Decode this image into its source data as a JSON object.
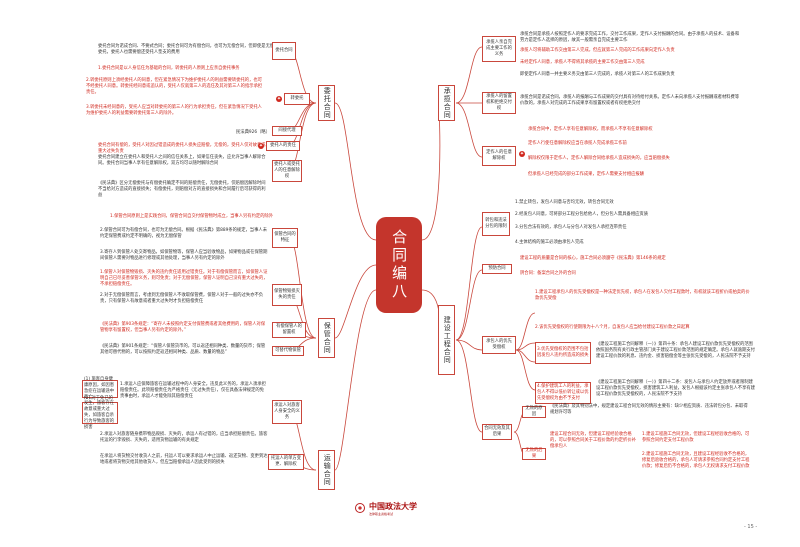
{
  "central": "合同编八",
  "left": {
    "entrust": {
      "branch": "委托合同",
      "transfer": "转委托",
      "transfer_text1": "委托人同意以及 转委托经同意人应当委托第三人直接处理人可直接监督不同意则只能，转委托的第三人的行为承担责任的行为。",
      "transfer_red1": "1.委托合同是以人身信任为基础的合同，转委托的人原则上应亲自委托事务",
      "transfer_red2": "2.转委托原则上须经委托人的同意，但在紧急情况下为维护委托人的利益需要转委托的，也可不经委托人同意。转委托经同意或追认的，受托人仅就第三人的选任及其对第三人的指示承担责任。",
      "transfer_red3": "3.转委托未经同意的，受托人应当对转委托的第三人的行为承担责任，但在紧急情况下受托人为维护委托人的利益需要转委托第三人的除外。",
      "def": "委托合同为诺成合同、不要式合同；委托合同可为有偿合同，也可为无偿合同，但即使是无偿委托，委托人也需要偿还受托人垫支的费用",
      "intermediate": "间接代理",
      "intermediate_ref": "民法典926（略）",
      "liability": "委托人的责任",
      "liability_red": "委托合同有偿的，受托人对因过错造成的委托人损失应赔偿，无偿的，受托人仅对故意或重大过失负责",
      "dismiss": "委托人或受托人的任意解除权",
      "dismiss_text1": "委托合同建立在委托人和受托人之间的信任关系上，如果信任丧失，应允许当事人解除合同。委托合同当事人享有任意解除权，双方均可以随时解除合同",
      "dismiss_text2": "《民法典》区分无偿委托与有偿委托确定不同的赔偿责任，无偿委托，仅赔偿因解除时间不当给对方造成的直接损失；有偿委托，则赔偿对方的直接损失和合同履行后可获得的利益"
    },
    "storage": {
      "branch": "保管合同",
      "features": "保管合同的特征",
      "features_red1": "1.保管合同原则上是实践合同，保管合同自交付保管物时成立，当事人另有约定的除外",
      "features_text2": "2.保管合同可为有偿合同，也可为无偿合同。根据《民法典》第889条的规定，当事人未约定保管费或约定不明确的，视为无偿保管",
      "features_text3": "3.寄存人到保管人处交寄物品，如保管物等，保管人应当验收物品，如果物品或在保管期间保管人需要对物品进行修理或其他处理，当事人另有约定的除外",
      "damage": "保管物毁损灭失的责任",
      "damage_red1": "1.保管人对保管物毁损、灭失的违约责任适用过错责任。对于有偿保管而言，如保管人证明自己已尽妥善保管义务，则可免责；对于无偿保管，保管人证明自己没有重大过失的，不承担赔偿责任。",
      "damage_text2": "2.对于无偿保管而言，考虑到无偿保管人不收取保管费，保管人对于一般的过失亦不负责，只有保管人有故意或者重大过失时才负担赔偿责任",
      "retention": "有偿保管人的留置权",
      "retention_text": "《民法典》第903条规定：“寄存人未按照约定支付保管费或者其他费用的，保管人对保管物享有留置权，但当事人另有约定的除外。”",
      "fungible": "可替代物保管",
      "fungible_text": "《民法典》第901条规定：“保管人保管货币的，可以返还相同种类、数量的货币；保管其他可替代物的，可以按照约定返还相同种类、品质、数量的物品”"
    },
    "transport": {
      "branch": "运输合同",
      "passenger": "承运人对旅客人身安全的义务",
      "passenger_text1": "1.承运人应保障旅客在运输过程中的人身安全。违反此义务的，承运人须承担赔偿责任。此项赔偿责任为严格责任（无过失责任），仅在具备法律规定的免责事由时，承运人才能免除其赔偿责任",
      "passenger_left1": "(1) 旅客自身健康原因，如因患急症在运输途中死亡",
      "passenger_left2": "(2) 对于免已的发生，旅客存在故意或重大过失，如旅客自杀行为导致旅客的损害",
      "passenger_text2": "2.承运人对旅客随身携带物品毁损、灭失的，承运人有过错的，应当承担赔偿责任。旅客托运的行李毁损、灭失的，适用货物运输的有关规定",
      "cancel": "托运人的单方变更、解除权",
      "cancel_text": "在承运人将货物交付收货人之前，托运人可以要求承运人中止运输、返还货物、变更到达地或者将货物交给其他收货人，但应当赔偿承运人因此受到的损失"
    }
  },
  "right": {
    "contracting": {
      "branch": "承揽合同",
      "bm1": "承揽人亲自完成主要工作的义务",
      "bm1_text1": "承揽合同是承揽人按照定作人的要求完成工作，交付工作成果，定作人支付报酬的合同。由于承揽人的技术、设备和劳力是定作人选择的原因，故其一般需亲自完成主要工作",
      "bm1_red1": "承揽人可将辅助工作交由第三人完成，但应就第三人完成的工作成果向定作人负责",
      "bm1_red2": "未经定作人同意，承揽人不得将其承揽的主要工作交由第三人完成",
      "bm1_text2": "即使定作人同意一并主要义务交由第三人完成的，承揽人对第三人的工作成果负责",
      "bm2": "承揽人的留置权和拒绝交付权",
      "bm2_text": "承揽合同是诺成合同，承揽人的报酬与工作成果的交付具有对待给付关系。定作人未向承揽人支付报酬或者材料费等价款的，承揽人对完成的工作成果享有留置权或者有权拒绝交付",
      "bm3": "定作人的任意解除权",
      "bm3_red1": "承揽合同中，定作人享有任意解除权，而承揽人不享有任意解除权",
      "bm3_red2": "定作人行使任意解除权应当在承揽人完成承揽工作前",
      "bm3_red3": "解除权仅限于定作人，定作人解除合同给承揽人造成损失的，应当赔偿损失",
      "bm3_red4": "但承揽人已经完成的部分工作成果，定作人需要支付相应报酬"
    },
    "construction": {
      "branch": "建设工程合同",
      "sub": "转包和违法分包的限制",
      "sub1": "1.禁止转包，发包人同意与否均无效，转包合同无效",
      "sub2": "2.经发包人同意，可将部分工程分包给他人，但分包人需具备相应资质",
      "sub3": "3.分包合法有效的，承包人与分包人对发包人承担连带责任",
      "sub4": "4.主体结构的施工必须由承包人完成",
      "prepay": "预防合同",
      "prepay_red1": "建设工程的质量是合同的核心，施工合同必须遵守《民法典》第146条的规定",
      "prepay_red2": "阴合同：备案合同之外的合同",
      "priority": "承包人的优先受偿权",
      "p1": "1.建设工程承包人的优先受偿权是一种法定优先权，承包人在发包人欠付工程款时，有权就该工程折价或拍卖的价款优先受偿",
      "p2": "2.该优先受偿权的行使期限为十八个月，自发包人应当给付建设工程价款之日起算",
      "p3": "3.优先受偿权的范围不包括因发包人违约所造成的损失",
      "p3_quote": "《建设工程施工合同解释（一）》第四十条：承包人建设工程价款优先受偿权的范围依照国务院有关行政主管部门关于建设工程价款范围的规定确定。承包人就逾期支付建设工程价款的利息、违约金、损害赔偿金等主张优先受偿的，人民法院不予支持",
      "p4": "4.保护建筑工人的利益，承包人不得以低价转让或以优先受偿权为由不予支付",
      "p4_quote": "《建设工程施工合同解释（一）》第四十二条：发包人与承包人约定放弃或者限制建设工程价款优先受偿权，损害建筑工人利益，发包人根据该约定主张承包人不享有建设工程价款优先受偿权的，人民法院不予支持",
      "void": "合同无效及其后果",
      "v1": "无效的原因",
      "v1_text": "《民法典》及其特别法中，规定建设工程合同无效的情形主要有：缺少相应资质、违法转包分包、未取得规划许可等",
      "v2": "无效的后果",
      "v2_red1": "建设工程合同无效，但建设工程经验收合格的，可以参照合同关于工程价款的约定折价补偿承包人",
      "v2_red2": "1.建设工程施工合同无效，但建设工程经验收合格的，可参照合同约定支付工程价款",
      "v2_red3": "2.建设工程施工合同无效，且建设工程经验收不合格的，修复后验收合格的，承包人可请求参照合同约定支付工程价款；修复后仍不合格的，承包人无权请求支付工程价款"
    }
  },
  "footer": {
    "university": "中国政法大学",
    "sub": "法律职业资格考试",
    "page": "- 15 -"
  }
}
